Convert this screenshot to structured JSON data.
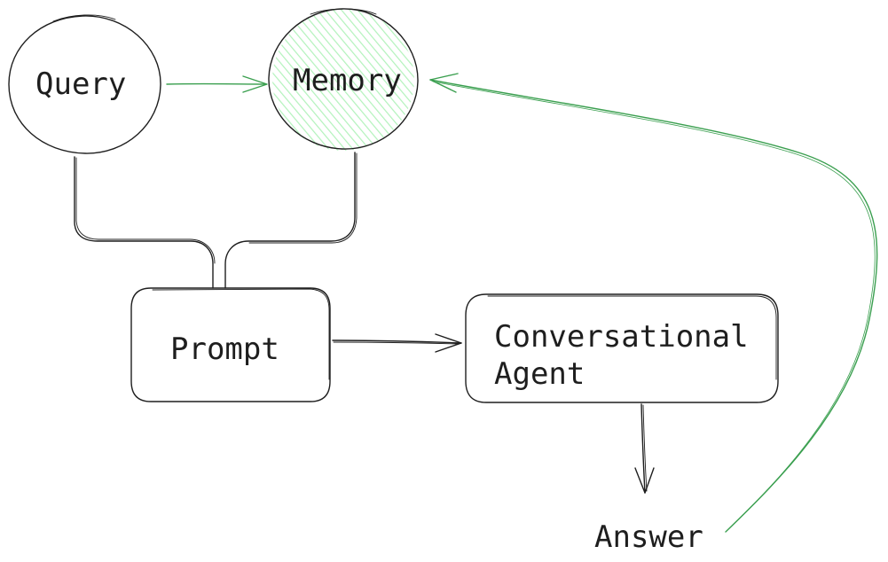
{
  "nodes": {
    "query": {
      "label": "Query"
    },
    "memory": {
      "label": "Memory",
      "fill_color": "#b2f2bb"
    },
    "prompt": {
      "label": "Prompt"
    },
    "agent": {
      "label_line1": "Conversational",
      "label_line2": "Agent"
    },
    "answer": {
      "label": "Answer"
    }
  },
  "colors": {
    "ink": "#1e1e1e",
    "feedback_edge": "#3a9f4f"
  }
}
